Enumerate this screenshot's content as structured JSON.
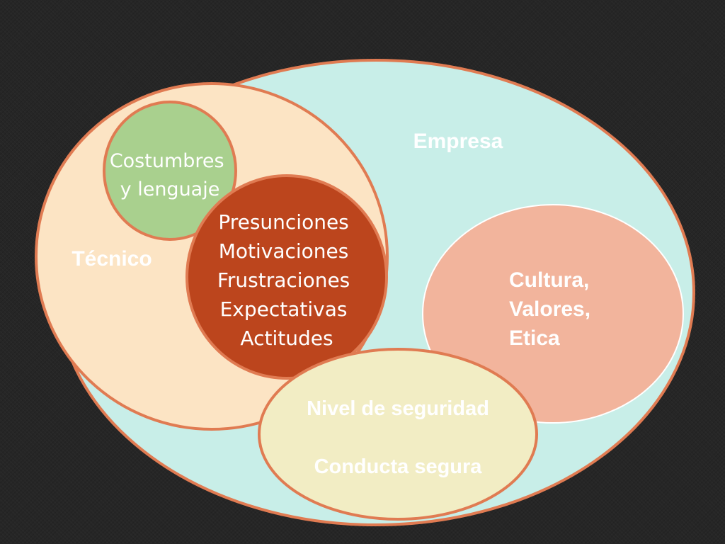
{
  "diagram": {
    "empresa": {
      "label": "Empresa"
    },
    "tecnico": {
      "label": "Técnico"
    },
    "costumbres": {
      "lines": [
        "Costumbres",
        "y lenguaje"
      ]
    },
    "nucleo": {
      "lines": [
        "Presunciones",
        "Motivaciones",
        "Frustraciones",
        "Expectativas",
        "Actitudes"
      ]
    },
    "cultura": {
      "lines": [
        "Cultura,",
        "Valores,",
        "Etica"
      ]
    },
    "seguridad": {
      "lines": [
        "Nivel de seguridad",
        "Conducta segura"
      ]
    }
  },
  "colors": {
    "background": "#262626",
    "outline": "#E07B52",
    "empresa_fill": "#C8EEE8",
    "tecnico_fill": "#FCE4C4",
    "costumbres_fill": "#A9D08E",
    "nucleo_fill": "#BC451D",
    "cultura_fill": "#F2B49C",
    "seguridad_fill": "#F2EDC4",
    "text": "#FFFFFF"
  }
}
